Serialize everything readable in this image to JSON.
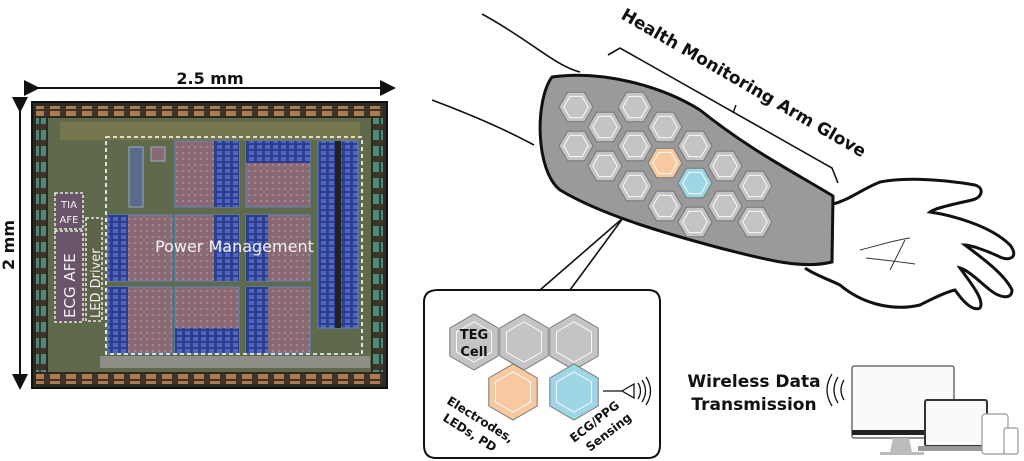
{
  "chip": {
    "width_label": "2.5 mm",
    "height_label": "2 mm",
    "blocks": {
      "tia_afe_line1": "TIA",
      "tia_afe_line2": "AFE",
      "ecg_afe": "ECG AFE",
      "led_driver": "LED Driver",
      "power_management": "Power Management"
    }
  },
  "glove": {
    "title": "Health Monitoring Arm Glove"
  },
  "inset": {
    "teg_cell_line1": "TEG",
    "teg_cell_line2": "Cell",
    "electrodes_line1": "Electrodes,",
    "electrodes_line2": "LEDs, PD",
    "sensing_line1": "ECG/PPG",
    "sensing_line2": "Sensing"
  },
  "wireless": {
    "line1": "Wireless Data",
    "line2": "Transmission"
  },
  "colors": {
    "hex_gray": "#c4c4c4",
    "hex_orange": "#f6c9a0",
    "hex_blue": "#9fd6e6",
    "glove": "#9a9a9a",
    "chip_pad": "#b07a52",
    "chip_block": "#8a6a72",
    "chip_blue": "#3a4fa8"
  }
}
